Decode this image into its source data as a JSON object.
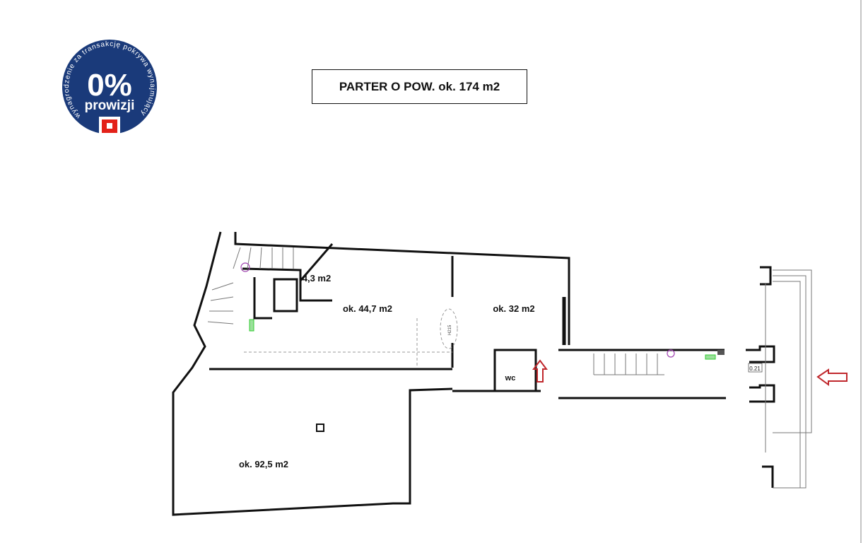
{
  "title": "PARTER O POW. ok. 174 m2",
  "badge": {
    "big": "0%",
    "word": "prowizji",
    "ring_text": "wynagrodzenie za transakcję pokrywa wynajmujący",
    "color": "#1a3a7a",
    "accent": "#e32119"
  },
  "rooms": [
    {
      "label": "4,3 m2"
    },
    {
      "label": "ok. 44,7 m2"
    },
    {
      "label": "ok. 32 m2"
    },
    {
      "label": "ok. 92,5 m2"
    },
    {
      "label": "wc"
    }
  ],
  "marks": {
    "dimension": "0.21",
    "height": "H215"
  },
  "arrow_color": "#c0282d"
}
